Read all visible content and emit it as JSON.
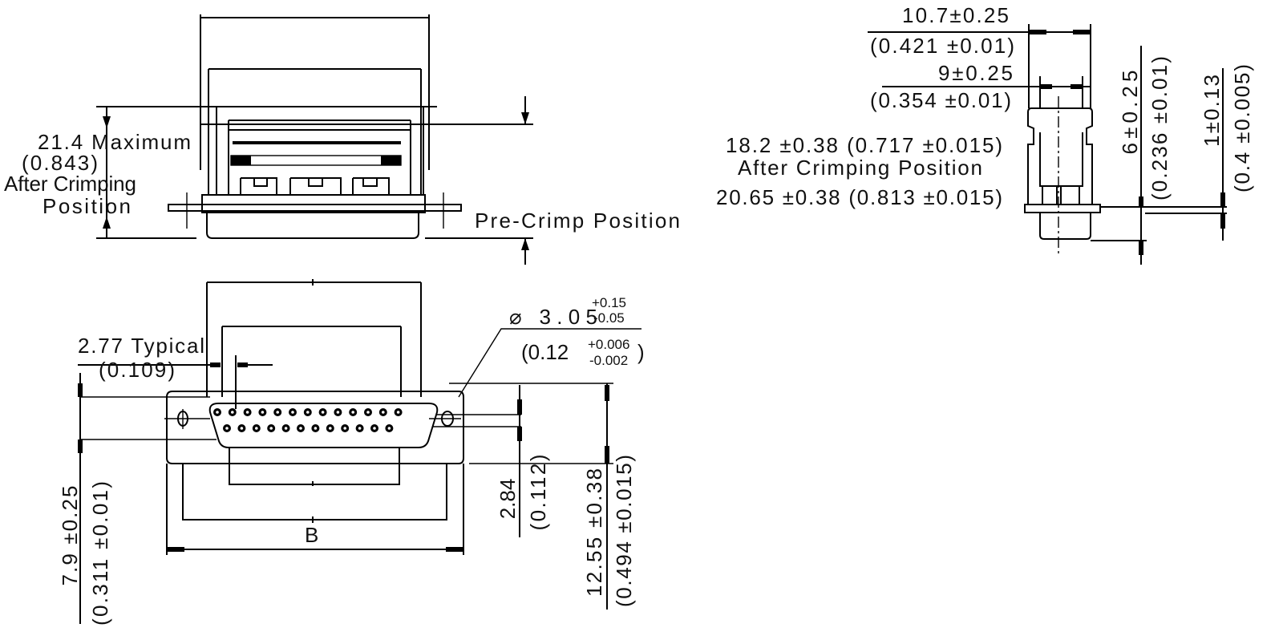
{
  "top_view": {
    "max_height_mm": "21.4 Maximum",
    "max_height_in": "(0.843)",
    "after_crimping_1": "After Crimping",
    "after_crimping_2": "Position",
    "pre_crimp": "Pre-Crimp Position"
  },
  "front_view": {
    "pitch_mm": "2.77 Typical",
    "pitch_in": "(0.109)",
    "hole_dia_mm": "⌀ 3.05",
    "hole_tol_plus_mm": "+0.15",
    "hole_tol_minus_mm": "-0.05",
    "hole_dia_in_open": "(0.12",
    "hole_tol_plus_in": "+0.006",
    "hole_tol_minus_in": "-0.002",
    "hole_dia_in_close": ")",
    "width_label": "B",
    "height_mm": "7.9 ±0.25",
    "height_in": "(0.311 ±0.01)",
    "row_spacing_mm": "2.84",
    "row_spacing_in": "(0.112)",
    "shell_height_mm": "12.55 ±0.38",
    "shell_height_in": "(0.494 ±0.015)"
  },
  "side_view": {
    "outer_width_mm": "10.7±0.25",
    "outer_width_in": "(0.421 ±0.01)",
    "inner_width_mm": "9±0.25",
    "inner_width_in": "(0.354 ±0.01)",
    "after_crimp_dim": "18.2  ±0.38 (0.717 ±0.015)",
    "after_crimp_label": "After Crimping Position",
    "pre_crimp_dim": "20.65 ±0.38 (0.813 ±0.015)",
    "shroud_height_mm": "6±0.25",
    "shroud_height_in": "(0.236 ±0.01)",
    "flange_thickness_mm": "1±0.13",
    "flange_thickness_in": "(0.4 ±0.005)"
  }
}
